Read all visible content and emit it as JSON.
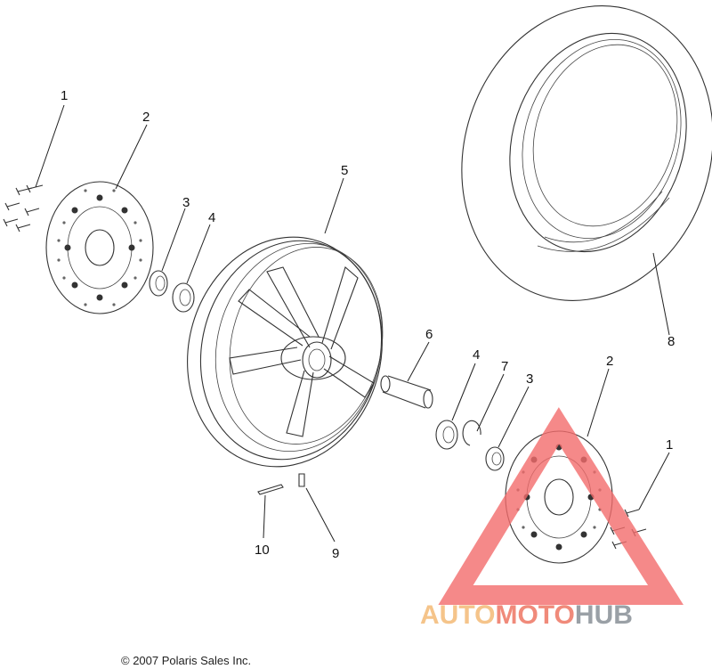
{
  "copyright": "© 2007 Polaris Sales Inc.",
  "watermark": {
    "part1": "AUTO",
    "part2": "MOTO",
    "part3": "HUB",
    "colors": {
      "auto": "#f5c48a",
      "moto": "#f08a7a",
      "hub": "#9aa0a6",
      "triangle": "#f26b6b"
    }
  },
  "callouts": {
    "c1_left": "1",
    "c2_left": "2",
    "c3_left": "3",
    "c4_left": "4",
    "c5": "5",
    "c6": "6",
    "c4_right": "4",
    "c7": "7",
    "c3_right": "3",
    "c2_right": "2",
    "c8": "8",
    "c1_right": "1",
    "c10": "10",
    "c9": "9"
  }
}
